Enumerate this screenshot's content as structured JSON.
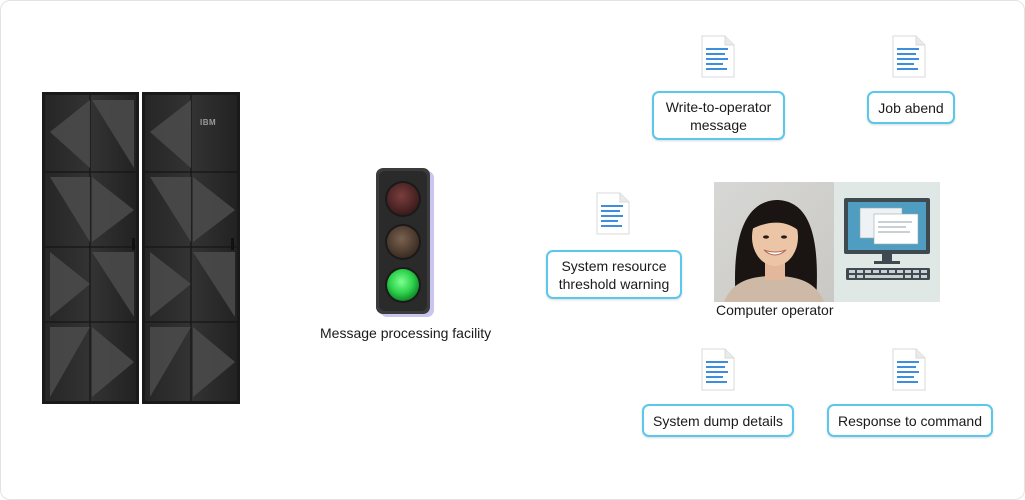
{
  "diagram": {
    "mainframe": {
      "logo_text": "IBM",
      "icon": "mainframe-icon"
    },
    "traffic_light": {
      "label": "Message processing facility",
      "icon": "traffic-light-icon",
      "lights": {
        "red": "#5a2a2a",
        "amber": "#5a4636",
        "green": "#22d146"
      }
    },
    "operator": {
      "label": "Computer operator",
      "icon": "operator-photo"
    },
    "messages": [
      {
        "label_lines": [
          "Write-to-operator",
          "message"
        ],
        "icon": "document-icon"
      },
      {
        "label_lines": [
          "Job abend"
        ],
        "icon": "document-icon"
      },
      {
        "label_lines": [
          "System resource",
          "threshold warning"
        ],
        "icon": "document-icon"
      },
      {
        "label_lines": [
          "System dump details"
        ],
        "icon": "document-icon"
      },
      {
        "label_lines": [
          "Response to command"
        ],
        "icon": "document-icon"
      }
    ]
  },
  "colors": {
    "box_border": "#5ac8eb",
    "doc_lines": "#3d8fdc",
    "mainframe_body": "#2c2c2c"
  }
}
